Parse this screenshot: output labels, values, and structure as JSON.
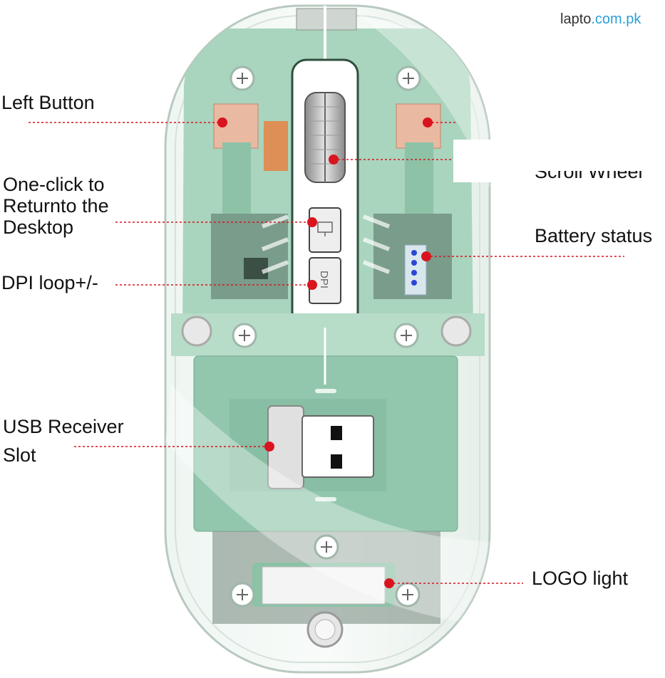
{
  "brand": {
    "name": "lapto",
    "domain": ".com.pk"
  },
  "labels": {
    "left_button": "Left Button",
    "desktop": [
      "One-click to",
      "Returnto the",
      "Desktop"
    ],
    "dpi": "DPI loop+/-",
    "usb": [
      "USB Receiver",
      "Slot"
    ],
    "scroll_wheel": "Scroll Wheel",
    "battery": "Battery status",
    "logo_light": "LOGO light"
  },
  "product_markings": {
    "dpi_button": "DPI"
  },
  "colors": {
    "body_green": "#9ccbb3",
    "light_green": "#c5e3d2",
    "dark_green": "#5f9a7e",
    "marker_red": "#d9141e",
    "battery_led_blue": "#2b46d6",
    "brand_blue": "#2a9fd6"
  }
}
